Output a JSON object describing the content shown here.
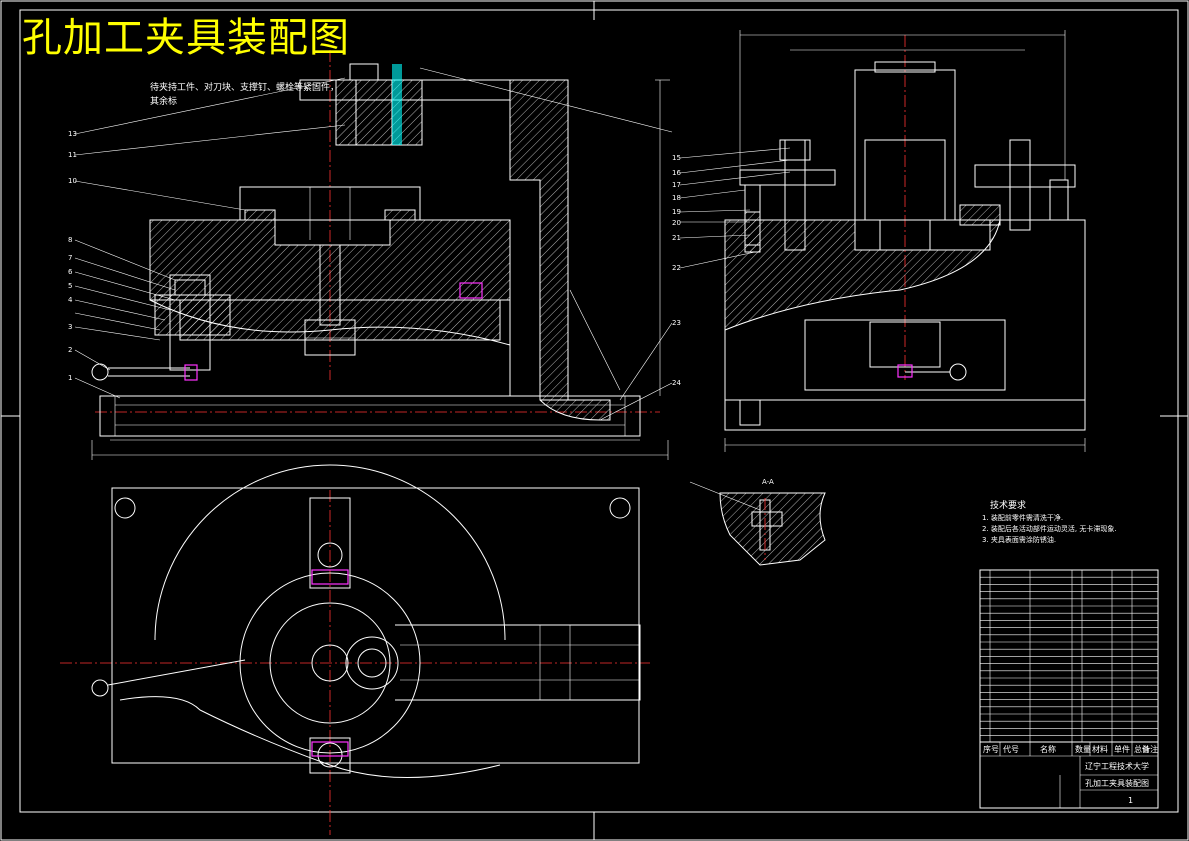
{
  "drawing": {
    "title": "孔加工夹具装配图",
    "top_note_line1": "待夹持工件、对刀块、支撑钉、螺栓等紧固件，",
    "top_note_line2": "其余标",
    "section_label": "A-A",
    "tech_req_title": "技术要求",
    "tech_req_items": [
      "1. 装配前零件需清洗干净.",
      "2. 装配后各活动部件运动灵活, 无卡滞现象.",
      "3. 夹具表面需涂防锈油."
    ],
    "left_callouts": [
      "13",
      "11",
      "10",
      "8",
      "7",
      "6",
      "5",
      "4",
      "3",
      "2",
      "1"
    ],
    "right_callouts": [
      "15",
      "16",
      "17",
      "18",
      "19",
      "20",
      "21",
      "22",
      "23",
      "24"
    ],
    "title_block": {
      "school": "辽宁工程技术大学",
      "drawing_name": "孔加工夹具装配图",
      "sheet": "1",
      "header_cols": [
        "序号",
        "代号",
        "名称",
        "数量",
        "材料",
        "单件",
        "总计",
        "备注"
      ]
    }
  },
  "colors": {
    "background": "#000000",
    "lines": "#ffffff",
    "title": "#ffff00",
    "centerlines": "#ff3333",
    "accent": "#ff33ff",
    "highlight": "#00ffff"
  }
}
